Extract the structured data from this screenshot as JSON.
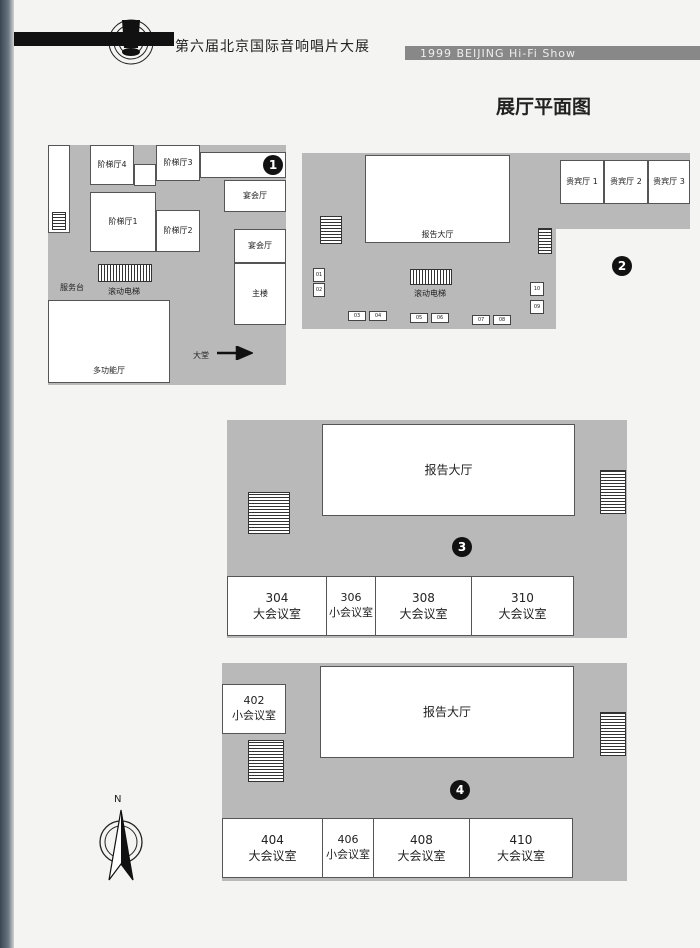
{
  "header": {
    "title": "第六届北京国际音响唱片大展",
    "subtitle": "1999 BEIJING Hi-Fi Show"
  },
  "page_title": "展厅平面图",
  "compass": {
    "north_label": "N"
  },
  "floor1": {
    "badge": "1",
    "rooms": [
      "阶梯厅4",
      "阶梯厅3",
      "阶梯厅1",
      "阶梯厅2",
      "宴会厅",
      "宴会厅",
      "主楼",
      "多功能厅"
    ],
    "escalator": "滚动电梯",
    "service_desk": "服务台",
    "lobby": "大堂"
  },
  "floor2": {
    "badge": "2",
    "hall": "报告大厅",
    "vip": [
      "贵宾厅 1",
      "贵宾厅 2",
      "贵宾厅 3"
    ],
    "escalator": "滚动电梯",
    "booths": [
      "01",
      "02",
      "03",
      "04",
      "05",
      "06",
      "07",
      "08",
      "09",
      "10"
    ]
  },
  "floor3": {
    "badge": "3",
    "hall": "报告大厅",
    "rooms": [
      {
        "num": "304",
        "name": "大会议室"
      },
      {
        "num": "306",
        "name": "小会议室"
      },
      {
        "num": "308",
        "name": "大会议室"
      },
      {
        "num": "310",
        "name": "大会议室"
      }
    ]
  },
  "floor4": {
    "badge": "4",
    "hall": "报告大厅",
    "room402": {
      "num": "402",
      "name": "小会议室"
    },
    "rooms": [
      {
        "num": "404",
        "name": "大会议室"
      },
      {
        "num": "406",
        "name": "小会议室"
      },
      {
        "num": "408",
        "name": "大会议室"
      },
      {
        "num": "410",
        "name": "大会议室"
      }
    ]
  }
}
